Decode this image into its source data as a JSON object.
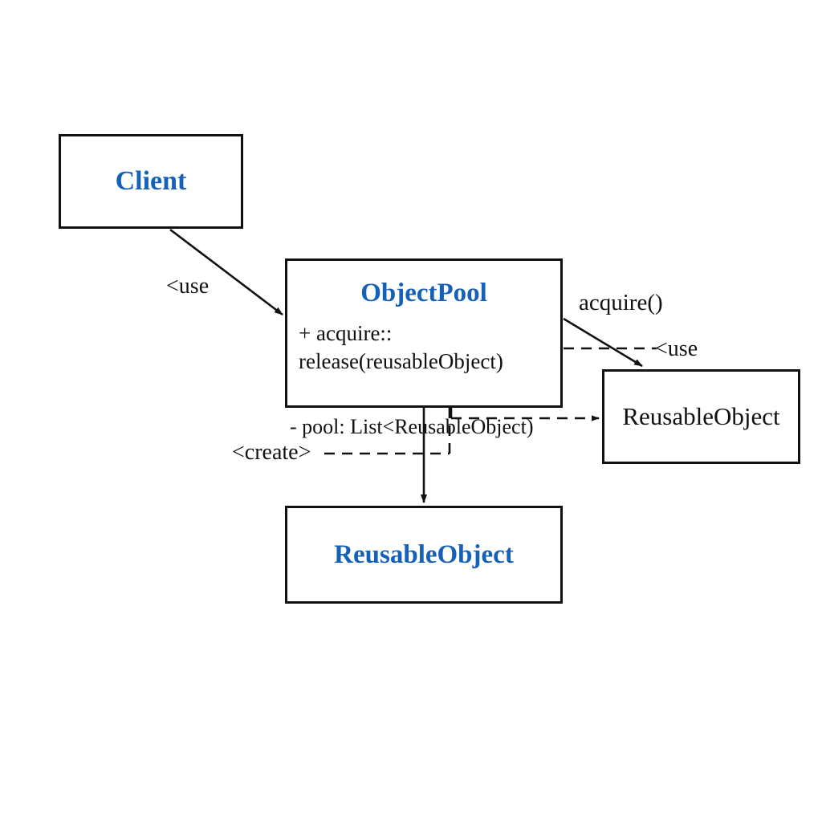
{
  "diagram": {
    "title": "Object Pool Pattern UML Class Diagram",
    "type": "uml-class-diagram",
    "background_color": "#ffffff",
    "accent_color": "#1661b8",
    "line_color": "#111111"
  },
  "classes": [
    {
      "id": "client",
      "name": "Client",
      "title_color": "#1661b8",
      "members": []
    },
    {
      "id": "objectpool",
      "name": "ObjectPool",
      "title_color": "#1661b8",
      "members": [
        "+ acquire::",
        "release(reusableObject)"
      ]
    },
    {
      "id": "reusable_right",
      "name": "ReusableObject",
      "title_color": "#111111",
      "members": []
    },
    {
      "id": "reusable_bottom",
      "name": "ReusableObject",
      "title_color": "#1661b8",
      "members": []
    }
  ],
  "edges": [
    {
      "id": "client-to-objectpool",
      "from": "client",
      "to": "objectpool",
      "label": "<use",
      "style": "solid",
      "arrow": "filled"
    },
    {
      "id": "objectpool-to-reusable-right-acquire",
      "from": "objectpool",
      "to": "reusable_right",
      "label": "acquire()",
      "style": "solid",
      "arrow": "filled"
    },
    {
      "id": "objectpool-to-reusable-right-use",
      "from": "objectpool",
      "to": "reusable_right",
      "label": "<use",
      "style": "dashed",
      "arrow": "none"
    },
    {
      "id": "pool-field-to-reusable-right",
      "from": "objectpool",
      "to": "reusable_right",
      "label": "- pool: List<ReusableObject)",
      "style": "dashed",
      "arrow": "filled"
    },
    {
      "id": "objectpool-create-reusable-bottom",
      "from": "objectpool",
      "to": "reusable_bottom",
      "label": "<create>",
      "style": "dashed",
      "arrow": "none"
    },
    {
      "id": "objectpool-to-reusable-bottom",
      "from": "objectpool",
      "to": "reusable_bottom",
      "label": "",
      "style": "solid",
      "arrow": "filled"
    }
  ],
  "labels": {
    "use_client": "<use",
    "acquire": "acquire()",
    "use_right": "<use",
    "pool_field": "- pool: List<ReusableObject)",
    "create": "<create>"
  }
}
